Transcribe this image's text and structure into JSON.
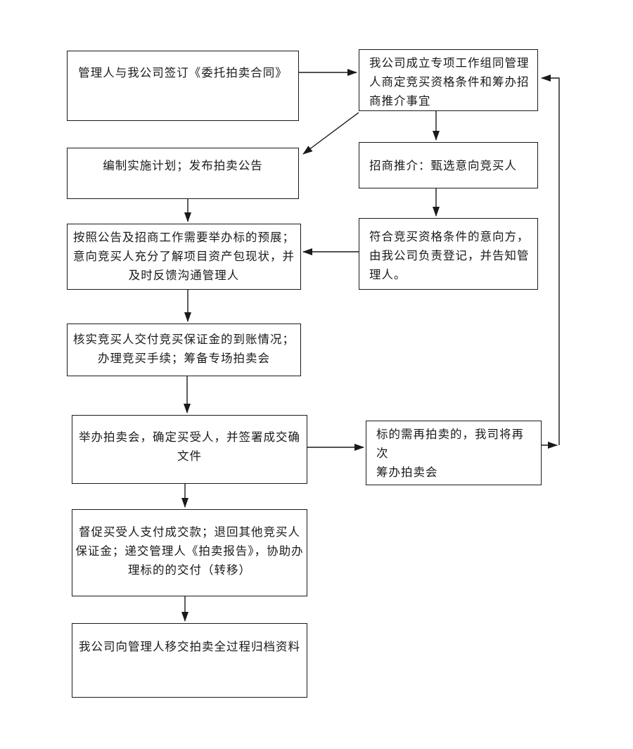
{
  "page": {
    "background": "#ffffff",
    "line_color": "#1a1a1a",
    "box_border_color": "#1a1a1a"
  },
  "steps": {
    "sign_contract": {
      "lines": [
        "管理人与我公司签订《委托拍卖合同》"
      ]
    },
    "working_group": {
      "lines": [
        "我公司成立专项工作组同管理",
        "人商定竞买资格条件和筹办招",
        "商推介事宜"
      ]
    },
    "plan_announce": {
      "lines": [
        "编制实施计划；发布拍卖公告"
      ]
    },
    "promotion": {
      "lines": [
        "招商推介：甄选意向竞买人"
      ]
    },
    "preview": {
      "lines": [
        "按照公告及招商工作需要举办标的预展；",
        "意向竞买人充分了解项目资产包现状，并",
        "及时反馈沟通管理人"
      ]
    },
    "register": {
      "lines": [
        "符合竞买资格条件的意向方，",
        "由我公司负责登记，并告知管",
        "理人。"
      ]
    },
    "verify_deposit": {
      "lines": [
        "核实竞买人交付竞买保证金的到账情况；",
        "办理竞买手续；筹备专场拍卖会"
      ]
    },
    "hold_auction": {
      "lines": [
        "举办拍卖会，确定买受人，并签署成交确",
        "文件"
      ]
    },
    "re_auction": {
      "lines": [
        "标的需再拍卖的，我司将再次",
        "筹办拍卖会"
      ]
    },
    "settlement": {
      "lines": [
        "督促买受人支付成交款；退回其他竞买人",
        "保证金；递交管理人《拍卖报告》，协助办",
        "理标的的交付（转移）"
      ]
    },
    "archive": {
      "lines": [
        "我公司向管理人移交拍卖全过程归档资料"
      ]
    }
  },
  "edges": [
    {
      "from": "sign_contract",
      "to": "working_group"
    },
    {
      "from": "working_group",
      "to": "plan_announce"
    },
    {
      "from": "working_group",
      "to": "promotion"
    },
    {
      "from": "plan_announce",
      "to": "preview"
    },
    {
      "from": "promotion",
      "to": "register"
    },
    {
      "from": "register",
      "to": "preview"
    },
    {
      "from": "preview",
      "to": "verify_deposit"
    },
    {
      "from": "verify_deposit",
      "to": "hold_auction"
    },
    {
      "from": "hold_auction",
      "to": "re_auction"
    },
    {
      "from": "re_auction",
      "to": "working_group"
    },
    {
      "from": "hold_auction",
      "to": "settlement"
    },
    {
      "from": "settlement",
      "to": "archive"
    }
  ]
}
